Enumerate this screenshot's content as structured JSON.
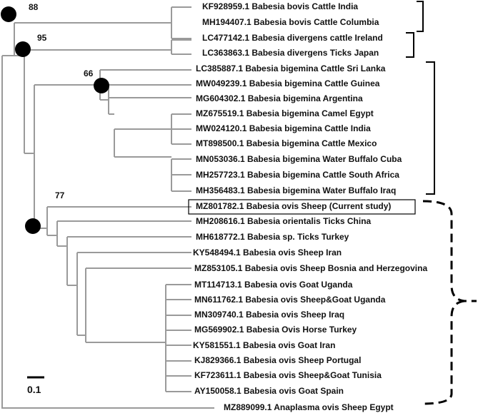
{
  "leaves": [
    "KF928959.1 Babesia bovis Cattle India",
    "MH194407.1 Babesia bovis Cattle Columbia",
    "LC477142.1 Babesia divergens cattle Ireland",
    "LC363863.1 Babesia divergens Ticks Japan",
    "LC385887.1 Babesia bigemina Cattle Sri Lanka",
    "MW049239.1 Babesia bigemina Cattle Guinea",
    "MG604302.1 Babesia bigemina Argentina",
    "MZ675519.1 Babesia bigemina Camel Egypt",
    "MW024120.1 Babesia bigemina Cattle India",
    "MT898500.1 Babesia bigemina Cattle Mexico",
    "MN053036.1 Babesia bigemina Water Buffalo Cuba",
    "MH257723.1 Babesia bigemina Cattle South Africa",
    "MH356483.1 Babesia bigemina Water Buffalo Iraq",
    "MZ801782.1 Babesia ovis Sheep (Current study)",
    "MH208616.1 Babesia orientalis Ticks China",
    "MH618772.1 Babesia sp. Ticks Turkey",
    "KY548494.1 Babesia ovis Sheep Iran",
    "MZ853105.1 Babesia ovis Sheep Bosnia and Herzegovina",
    "MT114713.1 Babesia ovis Goat Uganda",
    "MN611762.1 Babesia ovis Sheep&Goat Uganda",
    "MN309740.1 Babesia ovis Sheep Iraq",
    "MG569902.1 Babesia Ovis Horse Turkey",
    "KY581551.1 Babesia ovis Goat Iran",
    "KJ829366.1 Babesia ovis Sheep Portugal",
    "KF723611.1 Babesia ovis Sheep&Goat Tunisia",
    "AY150058.1 Babesia ovis Goat Spain",
    "MZ889099.1 Anaplasma ovis Sheep Egypt"
  ],
  "highlighted_leaf": 13,
  "support_values": [
    "88",
    "95",
    "66",
    "77"
  ],
  "scale_label": "0.1"
}
